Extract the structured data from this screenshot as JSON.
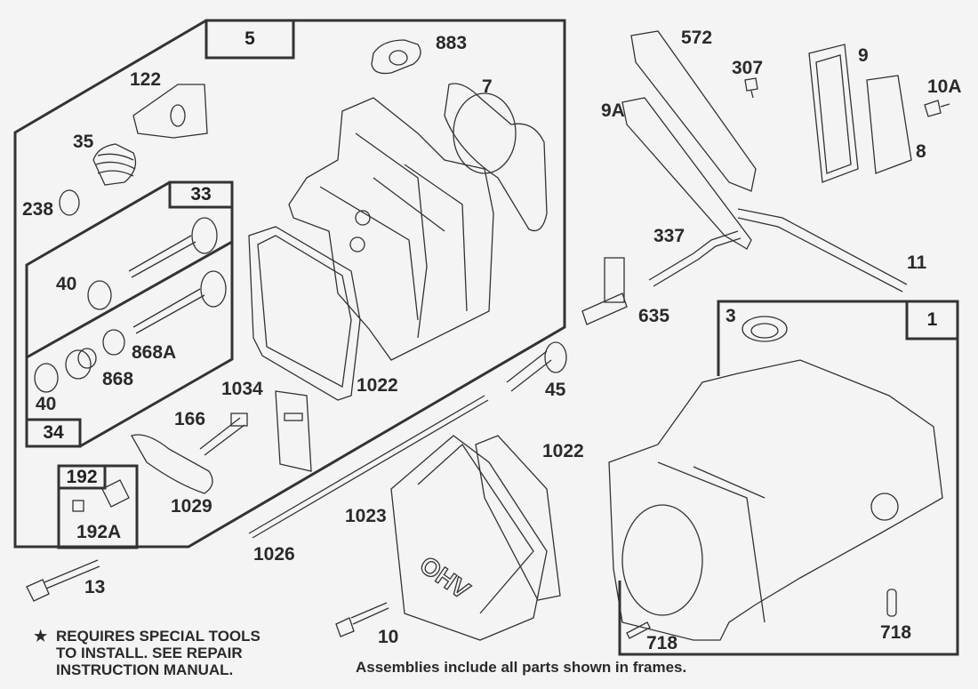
{
  "frames": {
    "f5": "5",
    "f33": "33",
    "f34": "34",
    "f192": "192",
    "f1": "1"
  },
  "parts": {
    "p883": "883",
    "p7": "7",
    "p122": "122",
    "p35": "35",
    "p238": "238",
    "p40a": "40",
    "p868a": "868A",
    "p868": "868",
    "p40b": "40",
    "p1034": "1034",
    "p1022a": "1022",
    "p166": "166",
    "p192a": "192A",
    "p1029": "1029",
    "p1026": "1026",
    "p13": "13",
    "p10": "10",
    "p1023": "1023",
    "p1022b": "1022",
    "p45": "45",
    "p572": "572",
    "p307": "307",
    "p9a": "9A",
    "p9": "9",
    "p10a": "10A",
    "p8": "8",
    "p337": "337",
    "p11": "11",
    "p635": "635",
    "p3": "3",
    "p718a": "718",
    "p718b": "718"
  },
  "notes": {
    "star": "★",
    "special_tools": [
      "REQUIRES SPECIAL TOOLS",
      "TO INSTALL.  SEE REPAIR",
      "INSTRUCTION MANUAL."
    ],
    "assemblies": "Assemblies include all parts shown in frames."
  },
  "cover_text": "OHV"
}
